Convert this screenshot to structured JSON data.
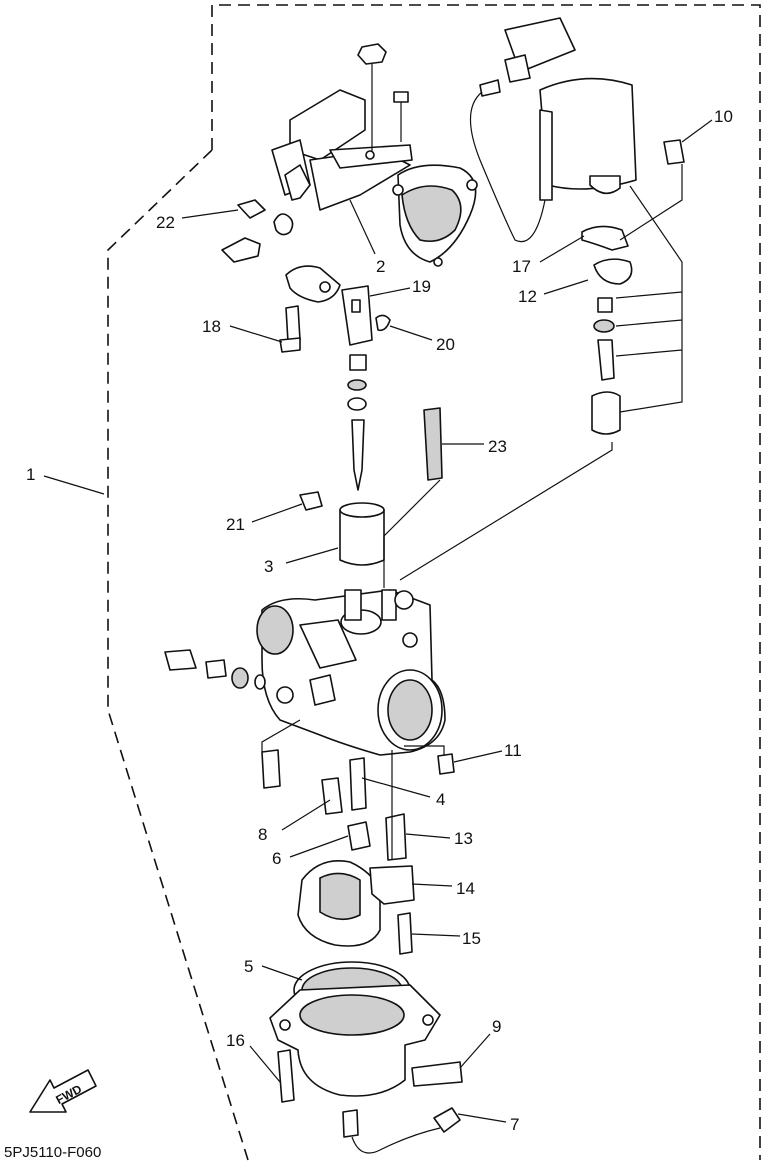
{
  "diagram": {
    "drawing_code": "5PJ5110-F060",
    "fwd_label": "FWD",
    "callouts": [
      {
        "id": "p1",
        "label": "1"
      },
      {
        "id": "p2",
        "label": "2"
      },
      {
        "id": "p3",
        "label": "3"
      },
      {
        "id": "p4",
        "label": "4"
      },
      {
        "id": "p5",
        "label": "5"
      },
      {
        "id": "p6",
        "label": "6"
      },
      {
        "id": "p7",
        "label": "7"
      },
      {
        "id": "p8",
        "label": "8"
      },
      {
        "id": "p9",
        "label": "9"
      },
      {
        "id": "p10",
        "label": "10"
      },
      {
        "id": "p11",
        "label": "11"
      },
      {
        "id": "p12",
        "label": "12"
      },
      {
        "id": "p13",
        "label": "13"
      },
      {
        "id": "p14",
        "label": "14"
      },
      {
        "id": "p15",
        "label": "15"
      },
      {
        "id": "p16",
        "label": "16"
      },
      {
        "id": "p17",
        "label": "17"
      },
      {
        "id": "p18",
        "label": "18"
      },
      {
        "id": "p19",
        "label": "19"
      },
      {
        "id": "p20",
        "label": "20"
      },
      {
        "id": "p21",
        "label": "21"
      },
      {
        "id": "p22",
        "label": "22"
      },
      {
        "id": "p23",
        "label": "23"
      }
    ]
  }
}
